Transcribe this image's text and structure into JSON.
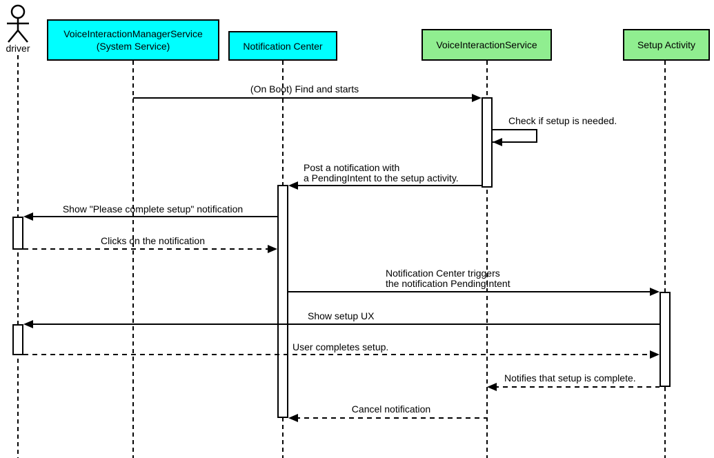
{
  "diagram": {
    "type": "uml-sequence-diagram",
    "background_color": "#ffffff",
    "line_color": "#000000",
    "box_colors": {
      "system": "#00ffff",
      "app": "#90ee90"
    }
  },
  "participants": {
    "driver": {
      "label": "driver",
      "kind": "actor"
    },
    "vims": {
      "label": "VoiceInteractionManagerService\n(System Service)",
      "kind": "box",
      "fill": "#00ffff"
    },
    "notification_center": {
      "label": "Notification Center",
      "kind": "box",
      "fill": "#00ffff"
    },
    "vis": {
      "label": "VoiceInteractionService",
      "kind": "box",
      "fill": "#90ee90"
    },
    "setup_activity": {
      "label": "Setup Activity",
      "kind": "box",
      "fill": "#90ee90"
    }
  },
  "messages": {
    "m1": {
      "label": "(On Boot) Find and starts",
      "from": "VoiceInteractionManagerService (System Service)",
      "to": "VoiceInteractionService",
      "line": "solid"
    },
    "m2": {
      "label": "Check if setup is needed.",
      "from": "VoiceInteractionService",
      "to": "VoiceInteractionService",
      "line": "solid",
      "self_message": true
    },
    "m3": {
      "label": "Post a notification with\na PendingIntent to the setup activity.",
      "from": "VoiceInteractionService",
      "to": "Notification Center",
      "line": "solid"
    },
    "m4": {
      "label": "Show \"Please complete setup\" notification",
      "from": "Notification Center",
      "to": "driver",
      "line": "solid"
    },
    "m5": {
      "label": "Clicks on the notification",
      "from": "driver",
      "to": "Notification Center",
      "line": "dashed"
    },
    "m6": {
      "label": "Notification Center triggers\nthe notification PendingIntent",
      "from": "Notification Center",
      "to": "Setup Activity",
      "line": "solid"
    },
    "m7": {
      "label": "Show setup UX",
      "from": "Setup Activity",
      "to": "driver",
      "line": "solid"
    },
    "m8": {
      "label": "User completes setup.",
      "from": "driver",
      "to": "Setup Activity",
      "line": "dashed"
    },
    "m9": {
      "label": "Notifies that setup is complete.",
      "from": "Setup Activity",
      "to": "VoiceInteractionService",
      "line": "dashed"
    },
    "m10": {
      "label": "Cancel notification",
      "from": "VoiceInteractionService",
      "to": "Notification Center",
      "line": "dashed"
    }
  }
}
